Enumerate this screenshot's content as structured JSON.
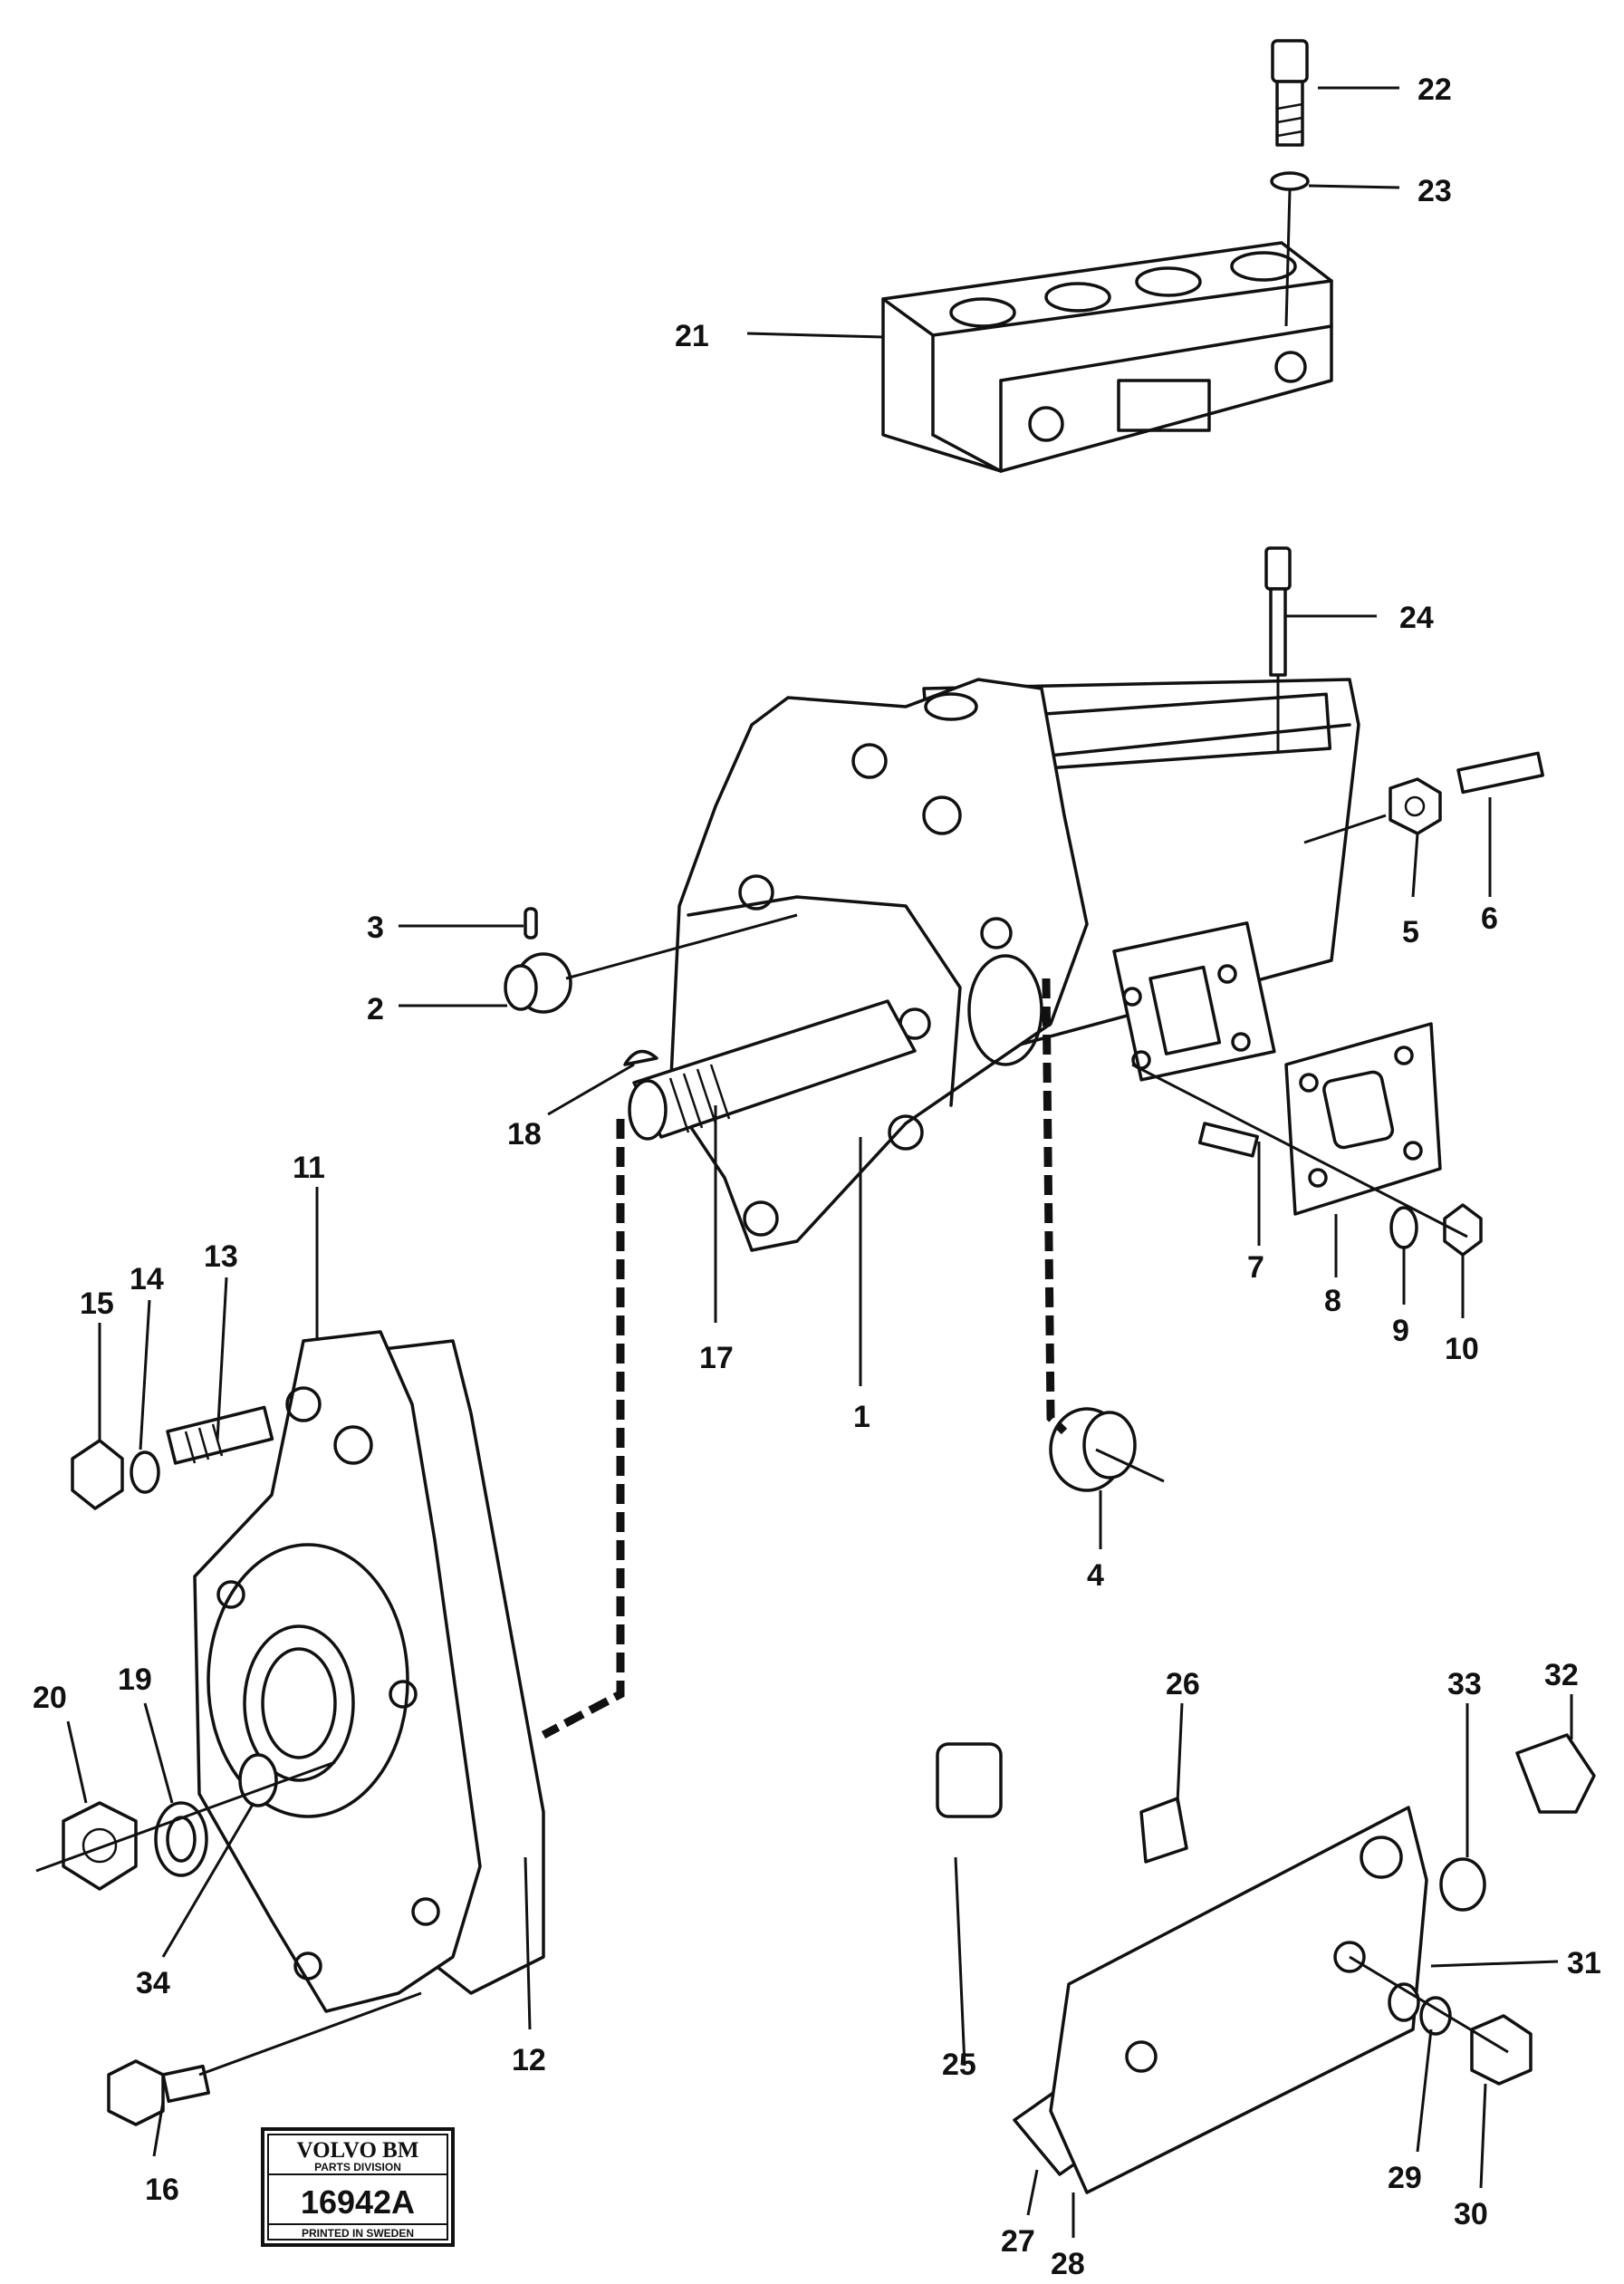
{
  "diagram": {
    "callouts": [
      "1",
      "2",
      "3",
      "4",
      "5",
      "6",
      "7",
      "8",
      "9",
      "10",
      "11",
      "12",
      "13",
      "14",
      "15",
      "16",
      "17",
      "18",
      "19",
      "20",
      "21",
      "22",
      "23",
      "24",
      "25",
      "26",
      "27",
      "28",
      "29",
      "30",
      "31",
      "32",
      "33",
      "34"
    ]
  },
  "stamp": {
    "brand": "VOLVO BM",
    "division": "PARTS DIVISION",
    "number": "16942A",
    "printed": "PRINTED IN SWEDEN"
  }
}
